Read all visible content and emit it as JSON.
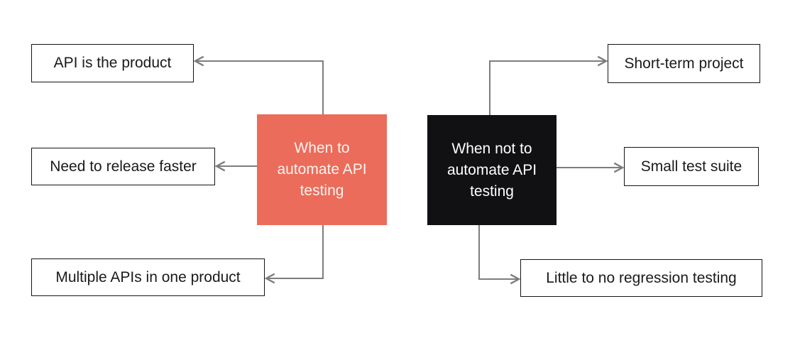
{
  "colors": {
    "accent": "#EB6C5A",
    "dark": "#111114",
    "line": "#7D7D7D",
    "box_border": "#141414",
    "background": "#FFFFFF",
    "text": "#1A1A1A",
    "center_text": "#FDF3F1"
  },
  "center": {
    "when_to": {
      "line1": "When to",
      "line2": "automate API",
      "line3": "testing"
    },
    "when_not_to": {
      "line1": "When not to",
      "line2": "automate API",
      "line3": "testing"
    }
  },
  "branches": {
    "api_product": "API is the product",
    "release_faster": "Need to release faster",
    "multiple_apis": "Multiple APIs in one product",
    "short_term": "Short-term project",
    "small_suite": "Small test suite",
    "little_regression": "Little to no regression testing"
  }
}
